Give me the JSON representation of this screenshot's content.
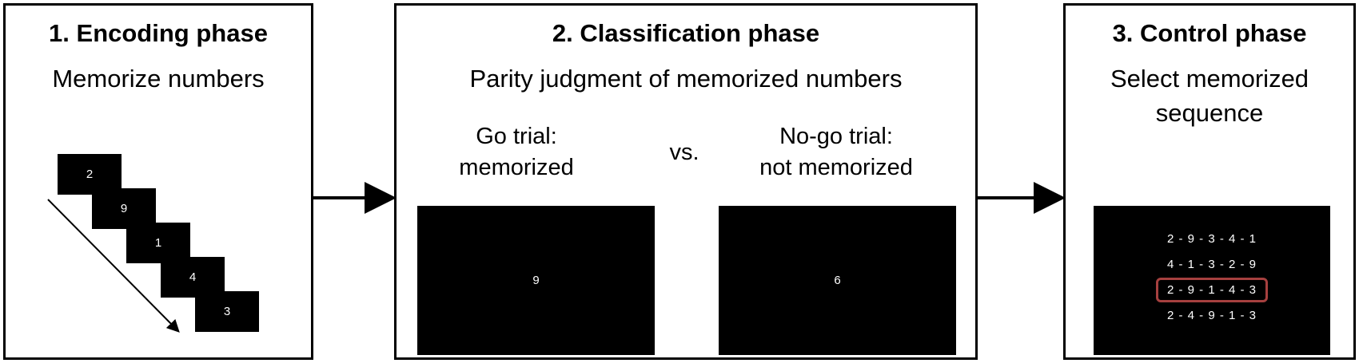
{
  "encoding": {
    "title": "1. Encoding phase",
    "subtitle": "Memorize numbers",
    "cards": [
      "2",
      "9",
      "1",
      "4",
      "3"
    ]
  },
  "classification": {
    "title": "2. Classification phase",
    "subtitle": "Parity judgment of memorized numbers",
    "go_label_line1": "Go trial:",
    "go_label_line2": "memorized",
    "vs": "vs.",
    "nogo_label_line1": "No-go trial:",
    "nogo_label_line2": "not memorized",
    "go_digit": "9",
    "nogo_digit": "6"
  },
  "control": {
    "title": "3. Control phase",
    "subtitle_line1": "Select memorized",
    "subtitle_line2": "sequence",
    "sequences": [
      "2 - 9 - 3 - 4 - 1",
      "4 - 1 - 3 - 2 - 9",
      "2 - 9 - 1 - 4 - 3",
      "2 - 4 - 9 - 1 - 3"
    ],
    "selected_index": 2,
    "highlight_color": "#a6403f"
  }
}
